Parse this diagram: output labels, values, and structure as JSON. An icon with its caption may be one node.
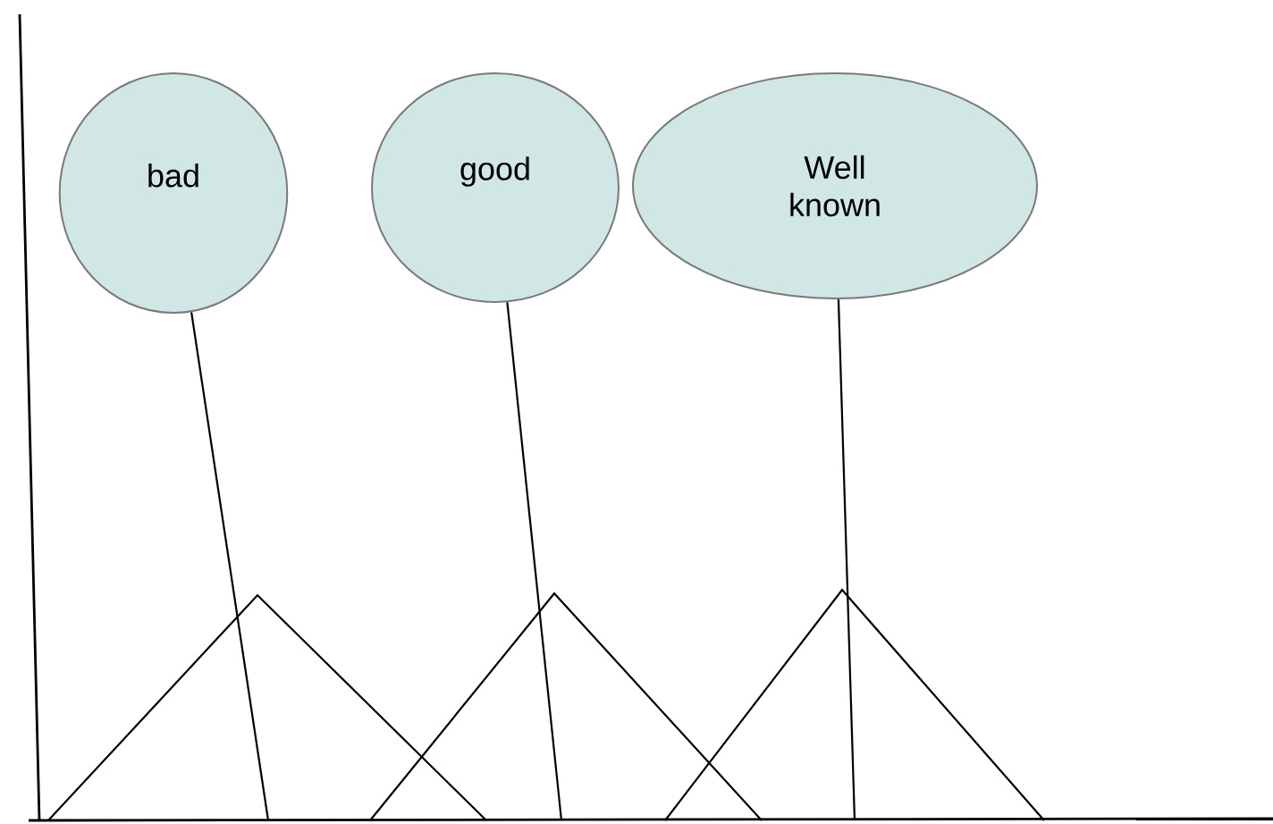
{
  "diagram": {
    "nodes": [
      {
        "text": [
          "bad"
        ]
      },
      {
        "text": [
          "good"
        ]
      },
      {
        "text": [
          "Well known"
        ]
      },
      {
        "text": [],
        "shape": "triangle"
      },
      {
        "text": [],
        "shape": "triangle"
      },
      {
        "text": [],
        "shape": "triangle"
      }
    ],
    "edges": [
      {
        "from": 0,
        "to": 3,
        "arrow": "none"
      },
      {
        "from": 1,
        "to": 4,
        "arrow": "none"
      },
      {
        "from": 2,
        "to": 5,
        "arrow": "none"
      }
    ]
  }
}
